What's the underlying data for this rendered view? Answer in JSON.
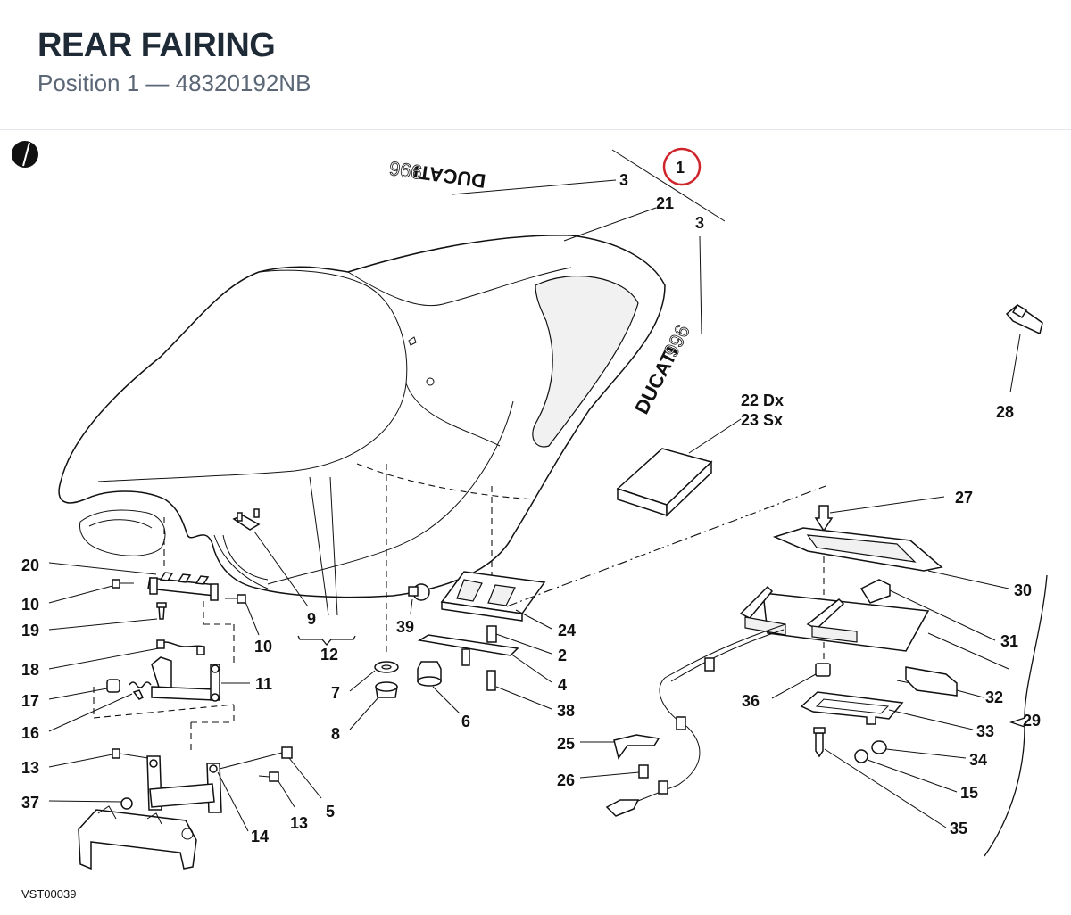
{
  "header": {
    "title": "REAR FAIRING",
    "subtitle": "Position 1 — 48320192NB"
  },
  "diagram": {
    "highlight_ref": "1",
    "highlight_color": "#d0242b",
    "logo_brand": "DUCATI",
    "logo_model": "996",
    "footer_code": "VST00039",
    "icons": [
      "orientation-mark-icon"
    ],
    "callouts": [
      {
        "key": "c1",
        "text": "1"
      },
      {
        "key": "c3a",
        "text": "3"
      },
      {
        "key": "c21",
        "text": "21"
      },
      {
        "key": "c3b",
        "text": "3"
      },
      {
        "key": "c22",
        "text": "22 Dx"
      },
      {
        "key": "c23",
        "text": "23 Sx"
      },
      {
        "key": "c28",
        "text": "28"
      },
      {
        "key": "c27",
        "text": "27"
      },
      {
        "key": "c20",
        "text": "20"
      },
      {
        "key": "c10a",
        "text": "10"
      },
      {
        "key": "c19",
        "text": "19"
      },
      {
        "key": "c10b",
        "text": "10"
      },
      {
        "key": "c9",
        "text": "9"
      },
      {
        "key": "c12",
        "text": "12"
      },
      {
        "key": "c39",
        "text": "39"
      },
      {
        "key": "c24",
        "text": "24"
      },
      {
        "key": "c2",
        "text": "2"
      },
      {
        "key": "c4",
        "text": "4"
      },
      {
        "key": "c30",
        "text": "30"
      },
      {
        "key": "c31",
        "text": "31"
      },
      {
        "key": "c18",
        "text": "18"
      },
      {
        "key": "c11",
        "text": "11"
      },
      {
        "key": "c17",
        "text": "17"
      },
      {
        "key": "c7",
        "text": "7"
      },
      {
        "key": "c16",
        "text": "16"
      },
      {
        "key": "c8",
        "text": "8"
      },
      {
        "key": "c6",
        "text": "6"
      },
      {
        "key": "c38",
        "text": "38"
      },
      {
        "key": "c36",
        "text": "36"
      },
      {
        "key": "c32",
        "text": "32"
      },
      {
        "key": "c29",
        "text": "29"
      },
      {
        "key": "c33",
        "text": "33"
      },
      {
        "key": "c25",
        "text": "25"
      },
      {
        "key": "c13a",
        "text": "13"
      },
      {
        "key": "c34",
        "text": "34"
      },
      {
        "key": "c5",
        "text": "5"
      },
      {
        "key": "c26",
        "text": "26"
      },
      {
        "key": "c15",
        "text": "15"
      },
      {
        "key": "c37",
        "text": "37"
      },
      {
        "key": "c13b",
        "text": "13"
      },
      {
        "key": "c14",
        "text": "14"
      },
      {
        "key": "c35",
        "text": "35"
      }
    ]
  }
}
